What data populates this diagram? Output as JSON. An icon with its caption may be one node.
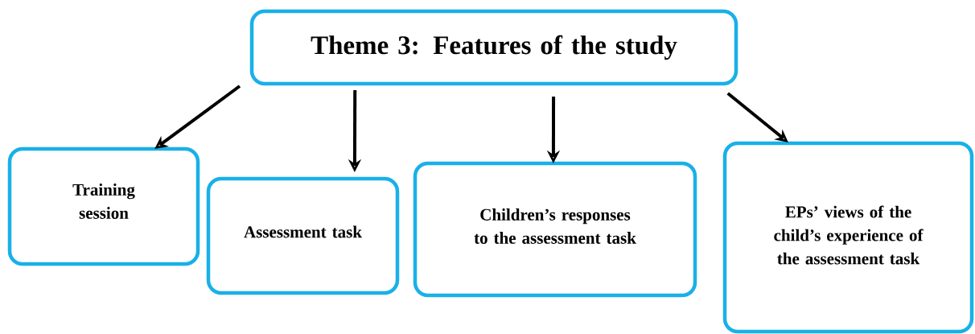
{
  "diagram": {
    "nodes": [
      {
        "text": [
          "Theme 3: Features of the study"
        ]
      },
      {
        "text": [
          "Training session"
        ]
      },
      {
        "text": [
          "Assessment task"
        ]
      },
      {
        "text": [
          "Children’s responses to the assessment task"
        ]
      },
      {
        "text": [
          "EPs’ views of the child’s experience of the assessment task"
        ]
      }
    ],
    "edges": [
      {
        "from": 0,
        "to": 1,
        "arrow": "to"
      },
      {
        "from": 0,
        "to": 2,
        "arrow": "to"
      },
      {
        "from": 0,
        "to": 3,
        "arrow": "to"
      },
      {
        "from": 0,
        "to": 4,
        "arrow": "to"
      }
    ]
  }
}
